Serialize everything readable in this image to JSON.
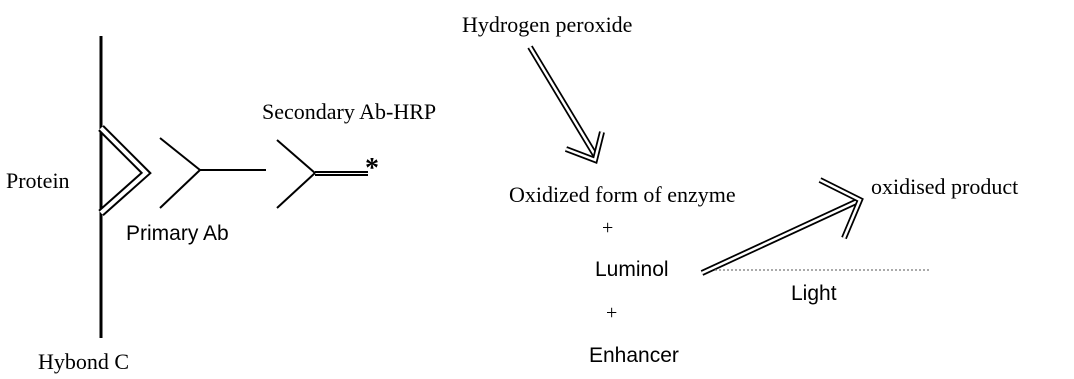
{
  "labels": {
    "hydrogen_peroxide": "Hydrogen peroxide",
    "secondary_ab": "Secondary Ab-HRP",
    "protein": "Protein",
    "primary_ab": "Primary Ab",
    "hybond": "Hybond C",
    "oxidized_enzyme": "Oxidized form of enzyme",
    "plus_1": "+",
    "luminol": "Luminol",
    "plus_2": "+",
    "enhancer": "Enhancer",
    "light": "Light",
    "oxidised_product": "oxidised product",
    "hrp_marker": "*"
  }
}
